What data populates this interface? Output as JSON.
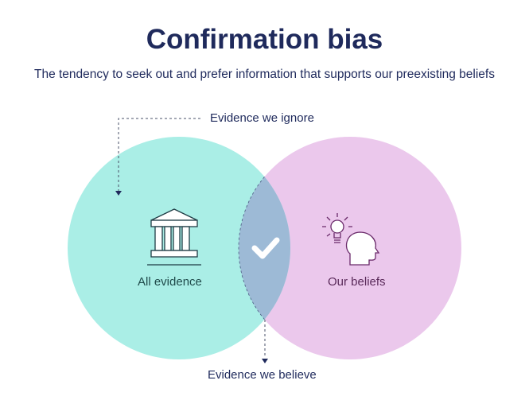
{
  "title": "Confirmation bias",
  "subtitle": "The tendency to seek out and prefer information that supports our preexisting beliefs",
  "labels": {
    "ignore": "Evidence we ignore",
    "believe": "Evidence we believe",
    "all": "All evidence",
    "beliefs": "Our beliefs"
  },
  "colors": {
    "left": "#aaeee6",
    "right": "#ebc8ec",
    "overlap": "#9dbad6",
    "text": "#1f2a5c"
  }
}
